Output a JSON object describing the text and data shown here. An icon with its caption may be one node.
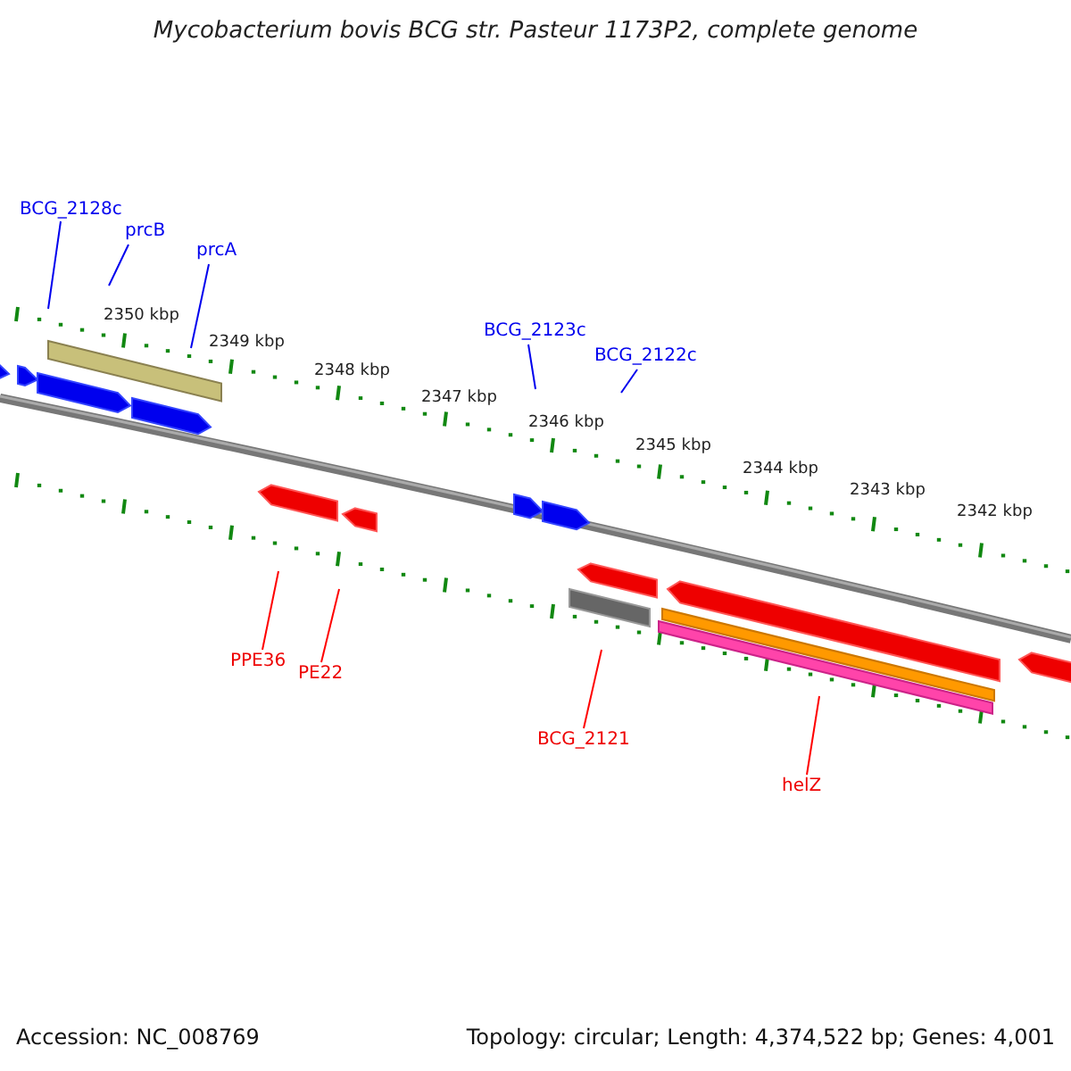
{
  "diagram": {
    "title": "Mycobacterium bovis BCG str. Pasteur 1173P2, complete genome",
    "nodes": [
      {
        "text": [
          "BCG_2128c"
        ]
      },
      {
        "text": [
          "prcB"
        ]
      },
      {
        "text": [
          "prcA"
        ]
      },
      {
        "text": [
          "BCG_2123c"
        ]
      },
      {
        "text": [
          "BCG_2122c"
        ]
      },
      {
        "text": [
          "PPE36"
        ]
      },
      {
        "text": [
          "PE22"
        ]
      },
      {
        "text": [
          "BCG_2121"
        ]
      },
      {
        "text": [
          "helZ"
        ]
      }
    ],
    "edges": [
      {
        "from": 0,
        "to": null,
        "arrow": "none"
      },
      {
        "from": 1,
        "to": null,
        "arrow": "none"
      },
      {
        "from": 2,
        "to": null,
        "arrow": "none"
      },
      {
        "from": 3,
        "to": null,
        "arrow": "none"
      },
      {
        "from": 4,
        "to": null,
        "arrow": "none"
      },
      {
        "from": 5,
        "to": null,
        "arrow": "none",
        "color": "#ff0000"
      },
      {
        "from": 6,
        "to": null,
        "arrow": "none",
        "color": "#ff0000"
      },
      {
        "from": 7,
        "to": null,
        "arrow": "none",
        "color": "#ff0000"
      },
      {
        "from": 8,
        "to": null,
        "arrow": "none",
        "color": "#ff0000"
      }
    ],
    "labels": [
      "2350 kbp",
      "2349 kbp",
      "2348 kbp",
      "2347 kbp",
      "2346 kbp",
      "2345 kbp",
      "2344 kbp",
      "2343 kbp",
      "2342 kbp",
      "Accession: NC_008769",
      "Topology: circular; Length: 4,374,522 bp; Genes: 4,001"
    ]
  }
}
